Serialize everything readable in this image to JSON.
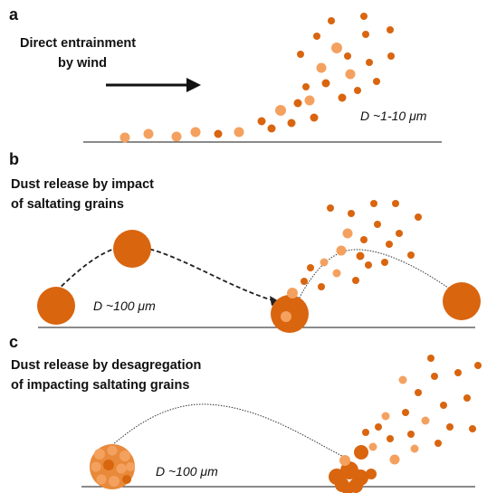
{
  "panels": [
    {
      "letter": "a",
      "caption_lines": [
        "Direct entrainment",
        "by wind"
      ],
      "size_label": "D ~1-10 μm"
    },
    {
      "letter": "b",
      "caption_lines": [
        "Dust release by impact",
        "of saltating grains"
      ],
      "size_label": "D ~100 μm"
    },
    {
      "letter": "c",
      "caption_lines": [
        "Dust release by desagregation",
        "of impacting saltating grains"
      ],
      "size_label": "D ~100 μm"
    }
  ],
  "colors": {
    "grain_dark": "#d9650f",
    "grain_light": "#f4a160",
    "grain_mid": "#e88a3a",
    "arrow": "#111111"
  },
  "icons": {
    "wind": "wind-arrow-icon",
    "trajectory": "dashed-trajectory"
  }
}
